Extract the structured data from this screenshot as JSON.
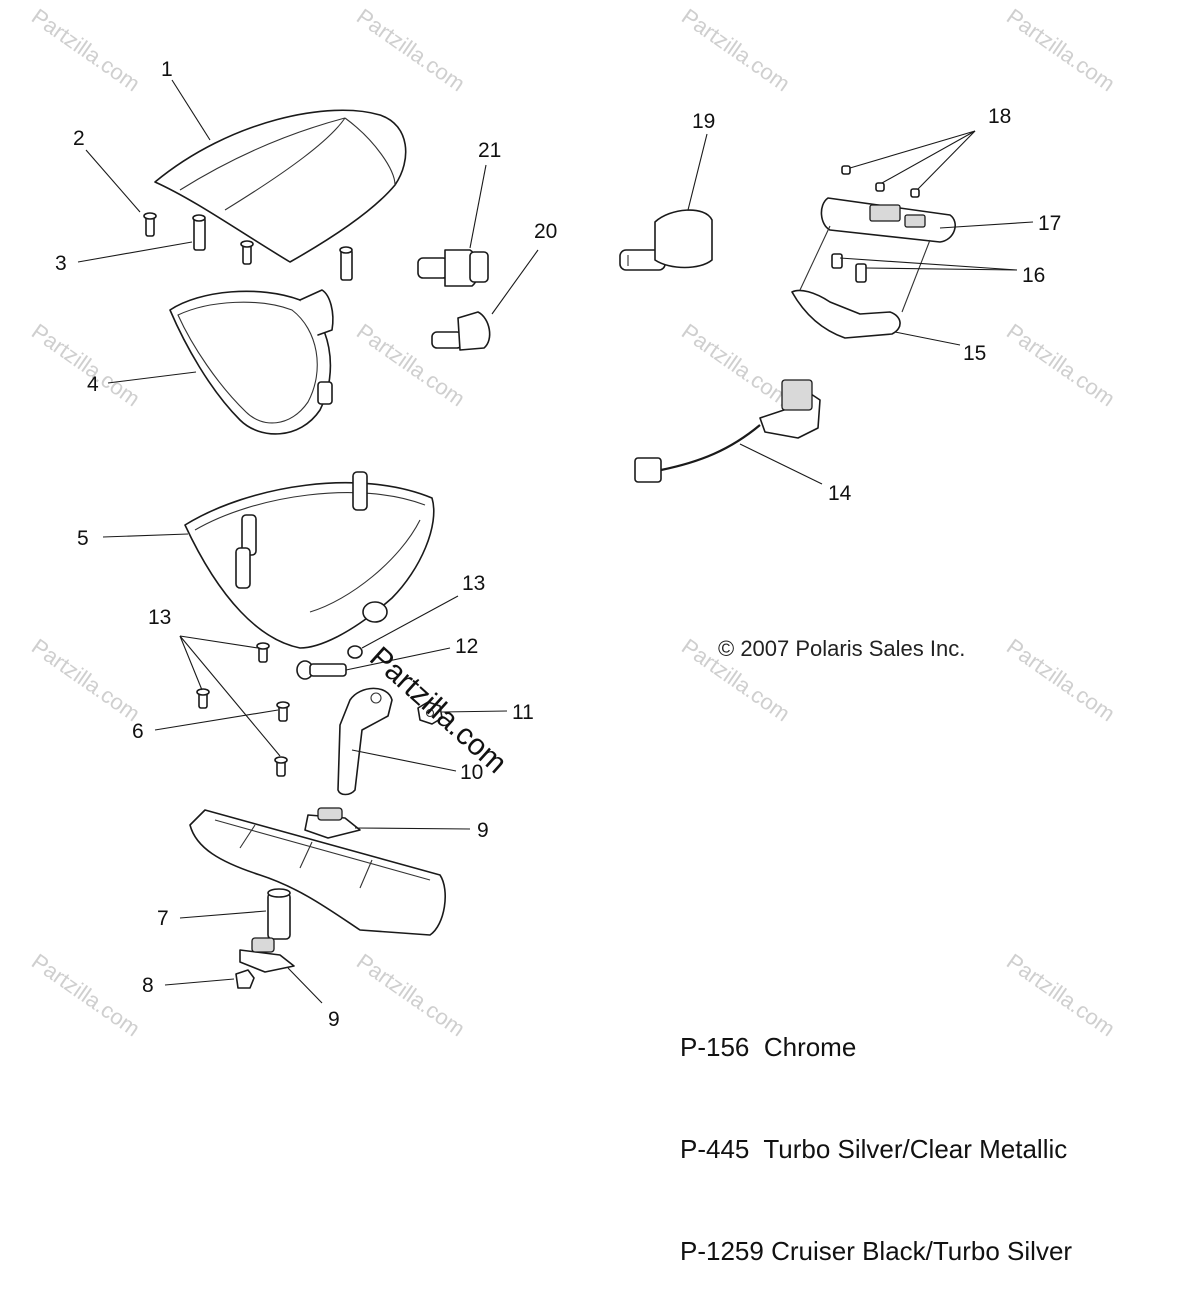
{
  "watermark": "Partzilla.com",
  "center_watermark": "Partzilla.com",
  "copyright": "© 2007 Polaris Sales Inc.",
  "paint_codes": [
    "P-156  Chrome",
    "P-445  Turbo Silver/Clear Metallic",
    "P-1259 Cruiser Black/Turbo Silver"
  ],
  "callouts": {
    "c1": "1",
    "c2": "2",
    "c3": "3",
    "c4": "4",
    "c5": "5",
    "c6": "6",
    "c7": "7",
    "c8": "8",
    "c9a": "9",
    "c9b": "9",
    "c10": "10",
    "c11": "11",
    "c12": "12",
    "c13a": "13",
    "c13b": "13",
    "c14": "14",
    "c15": "15",
    "c16": "16",
    "c17": "17",
    "c18": "18",
    "c19": "19",
    "c20": "20",
    "c21": "21"
  }
}
